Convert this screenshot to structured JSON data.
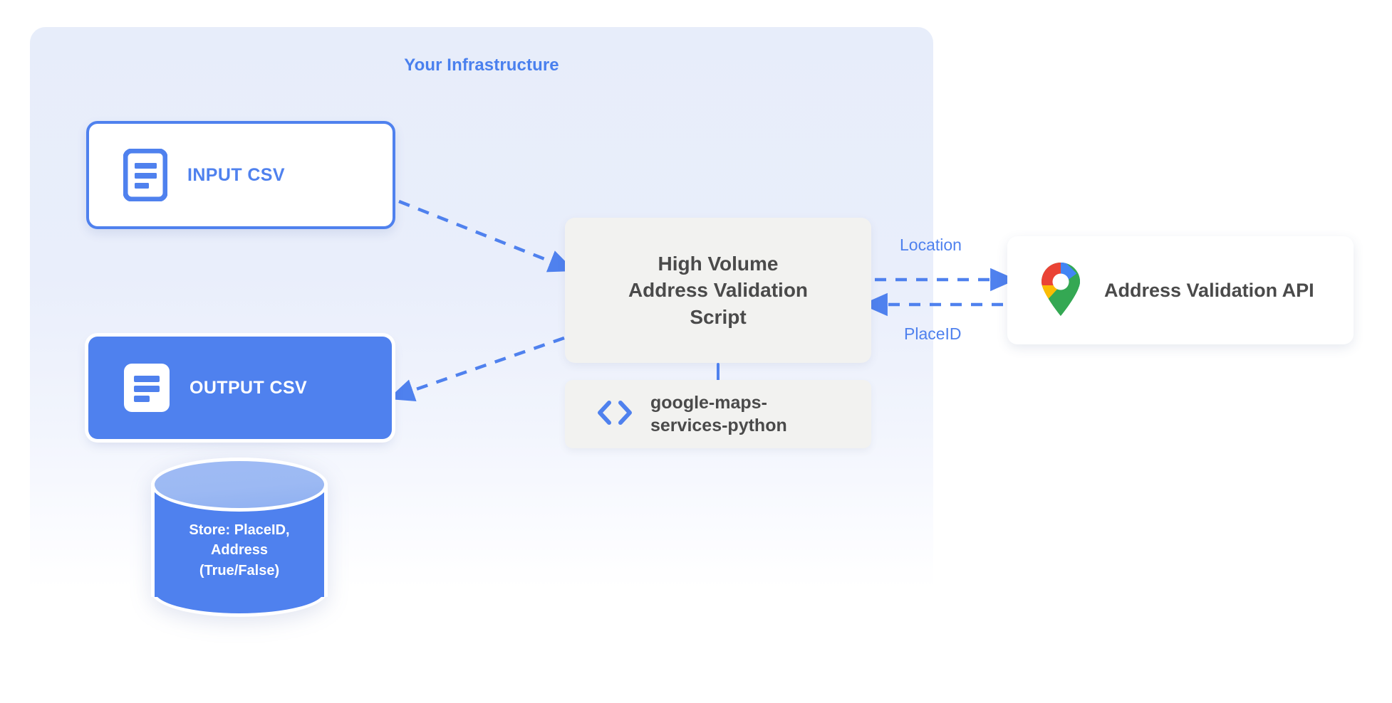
{
  "panel": {
    "title": "Your Infrastructure",
    "accent_color": "#4f81ee",
    "background_color": "#e7edfa"
  },
  "nodes": {
    "input_csv": {
      "label": "INPUT CSV",
      "icon": "document-icon",
      "style": "outlined",
      "border_color": "#4f81ee",
      "fill_color": "#ffffff"
    },
    "output_csv": {
      "label": "OUTPUT CSV",
      "icon": "document-icon",
      "style": "filled",
      "fill_color": "#4f81ee",
      "text_color": "#ffffff"
    },
    "datastore": {
      "label": "Store: PlaceID,\nAddress\n(True/False)",
      "line1": "Store: PlaceID,",
      "line2": "Address",
      "line3": "(True/False)",
      "icon": "database-cylinder-icon",
      "fill_color": "#4f81ee"
    },
    "script": {
      "line1": "High Volume",
      "line2": "Address Validation",
      "line3": "Script",
      "fill_color": "#f2f2f0",
      "text_color": "#4a4a4a"
    },
    "library": {
      "line1": "google-maps-",
      "line2": "services-python",
      "icon": "code-brackets-icon",
      "icon_color": "#4f81ee",
      "fill_color": "#f2f2f0"
    },
    "api": {
      "label": "Address Validation API",
      "icon": "google-maps-pin-icon",
      "fill_color": "#ffffff",
      "text_color": "#4a4a4a"
    }
  },
  "edges": {
    "input_to_script": {
      "label": "",
      "style": "dashed",
      "color": "#4f81ee"
    },
    "script_to_output": {
      "label": "",
      "style": "dashed",
      "color": "#4f81ee"
    },
    "script_to_api": {
      "label": "Location",
      "style": "dashed",
      "color": "#4f81ee"
    },
    "api_to_script": {
      "label": "PlaceID",
      "style": "dashed",
      "color": "#4f81ee"
    },
    "script_to_library": {
      "label": "",
      "style": "solid",
      "color": "#4f81ee"
    }
  },
  "icon_colors": {
    "pin_blue": "#4285f4",
    "pin_red": "#ea4335",
    "pin_yellow": "#fbbc04",
    "pin_green": "#34a853",
    "pin_center": "#ffffff"
  }
}
